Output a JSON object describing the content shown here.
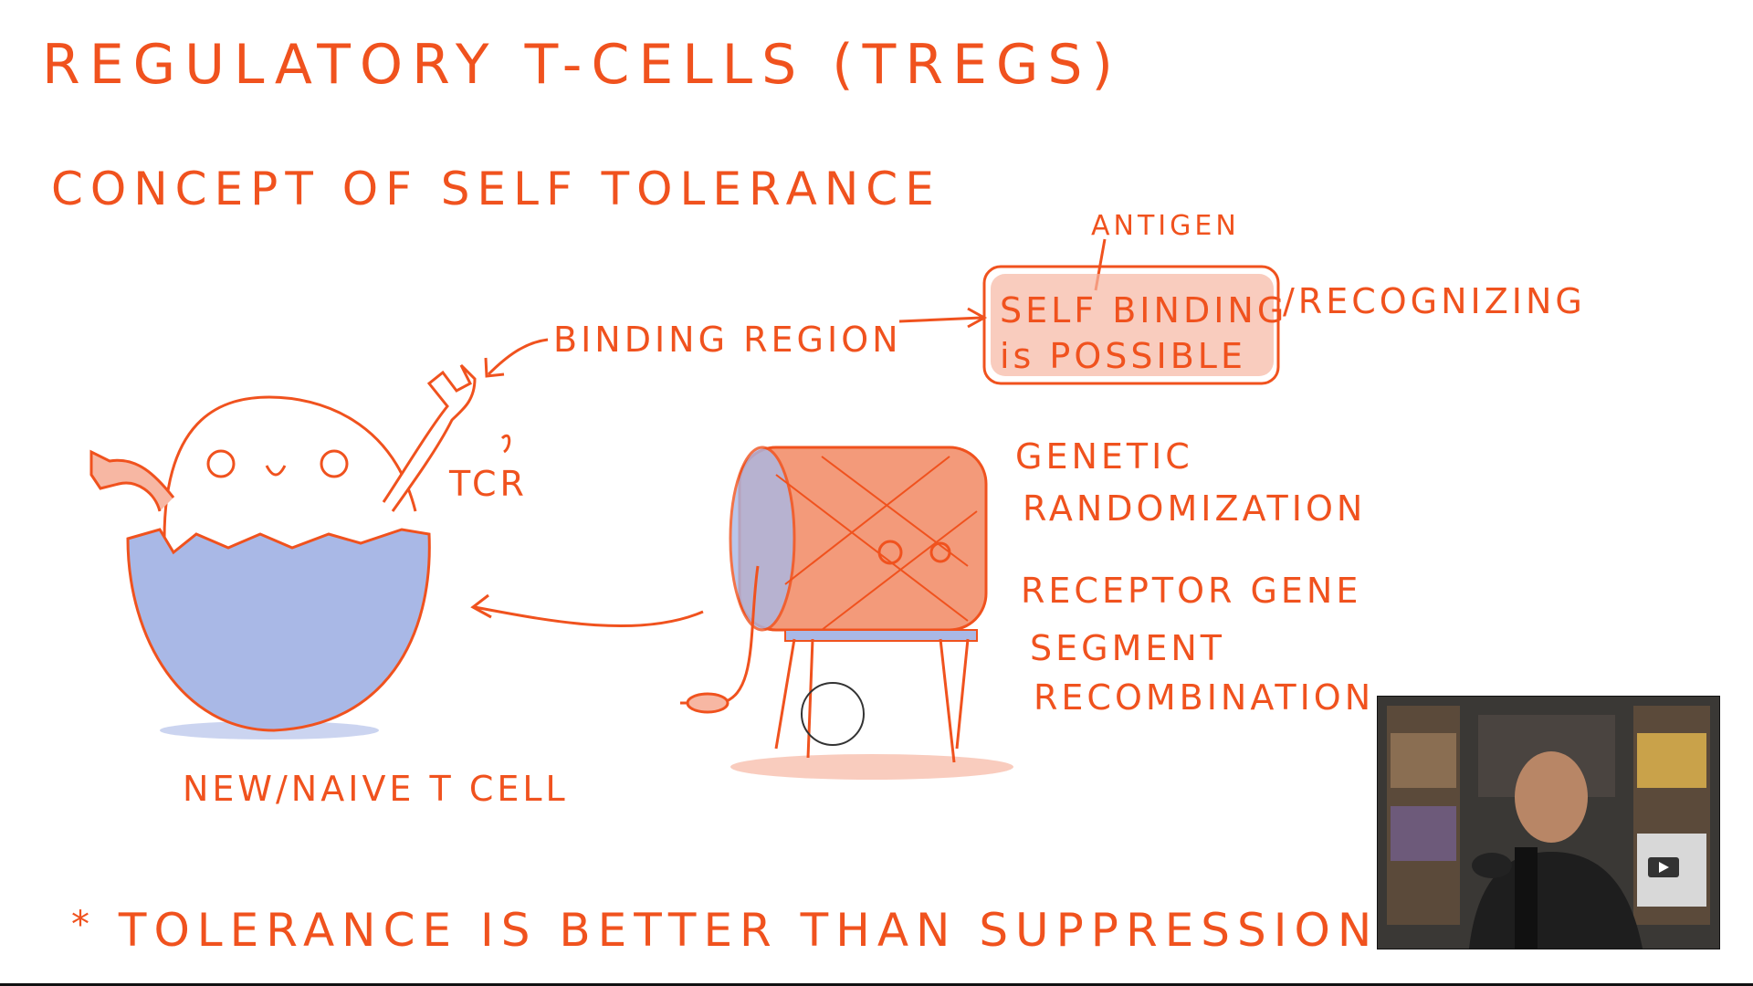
{
  "title": "REGULATORY T-CELLS (TREGS)",
  "subtitle": "CONCEPT OF SELF TOLERANCE",
  "labels": {
    "antigen": "ANTIGEN",
    "binding_region": "BINDING REGION",
    "self_binding_line1": "SELF BINDING",
    "self_binding_line2": "is POSSIBLE",
    "recognizing": "/RECOGNIZING",
    "tcr": "TCR",
    "genetic": "GENETIC",
    "randomization": "RANDOMIZATION",
    "receptor_gene": "RECEPTOR GENE",
    "segment": "SEGMENT",
    "recombination": "RECOMBINATION",
    "naive_cell": "NEW/NAIVE T CELL"
  },
  "footer": {
    "asterisk": "*",
    "text": "TOLERANCE IS BETTER THAN SUPPRESSION"
  },
  "colors": {
    "ink": "#f0521e",
    "egg_shell": "#a9b8e6",
    "highlight": "#f7b7a3"
  },
  "icons": {
    "cursor": "circle-cursor-icon",
    "pip_play": "play-icon"
  }
}
